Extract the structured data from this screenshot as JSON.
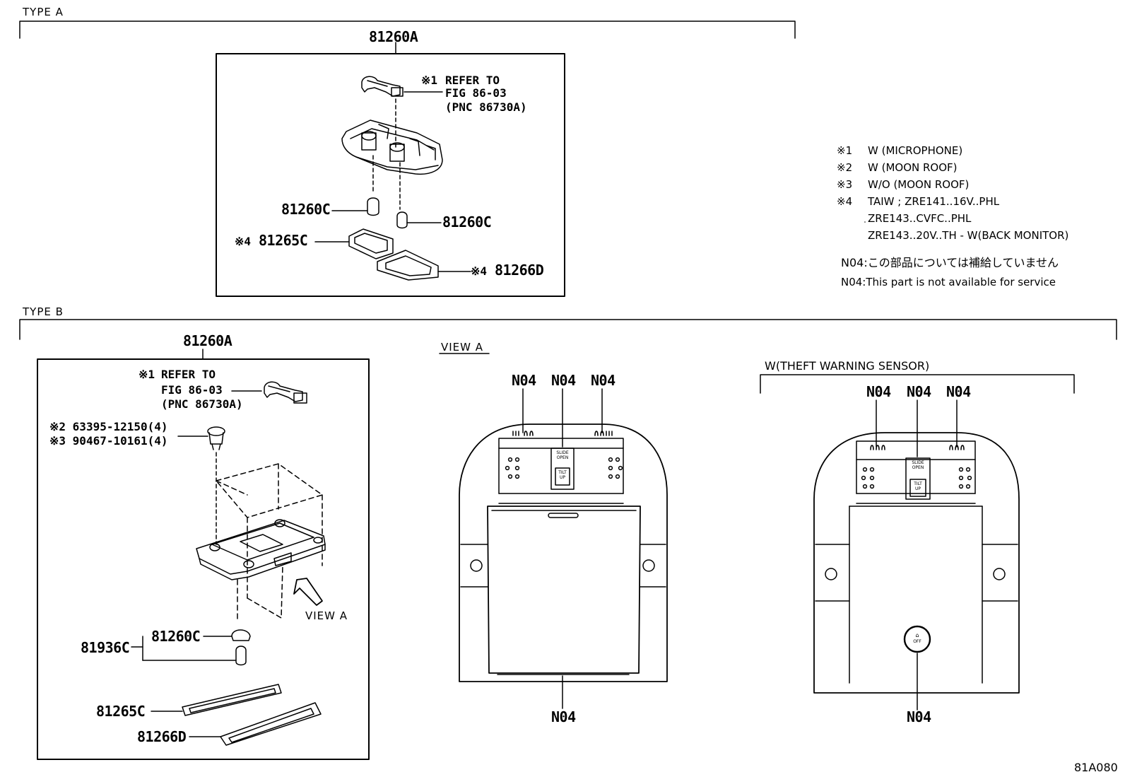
{
  "sections": {
    "type_a": "TYPE A",
    "type_b": "TYPE B"
  },
  "type_a": {
    "assembly": "81260A",
    "refer_mark": "※1",
    "refer_lines": [
      "REFER TO",
      "FIG 86-03",
      "(PNC 86730A)"
    ],
    "bulb_left": "81260C",
    "bulb_right": "81260C",
    "lens_mark": "※4",
    "lens": "81265C",
    "bezel_mark": "※4",
    "bezel": "81266D"
  },
  "type_b": {
    "assembly": "81260A",
    "refer_mark": "※1",
    "refer_lines": [
      "REFER TO",
      "FIG 86-03",
      "(PNC 86730A)"
    ],
    "clip_1": "※2 63395-12150(4)",
    "clip_2": "※3 90467-10161(4)",
    "view_arrow_label": "VIEW A",
    "bulb_socket": "81260C",
    "bulb_group": "81936C",
    "lens": "81265C",
    "bezel": "81266D"
  },
  "view_a": {
    "title": "VIEW A",
    "top_labels": [
      "N04",
      "N04",
      "N04"
    ],
    "bottom_label": "N04",
    "switch_top": [
      "SLIDE",
      "OPEN"
    ],
    "switch_bottom": [
      "TILT",
      "UP"
    ]
  },
  "theft": {
    "title": "W(THEFT WARNING SENSOR)",
    "top_labels": [
      "N04",
      "N04",
      "N04"
    ],
    "bottom_label": "N04",
    "switch_top": [
      "SLIDE",
      "OPEN"
    ],
    "switch_bottom": [
      "TILT",
      "UP"
    ],
    "sensor_button": [
      "⌂",
      "OFF"
    ]
  },
  "legend": [
    {
      "mark": "※1",
      "text": "W (MICROPHONE)"
    },
    {
      "mark": "※2",
      "text": "W (MOON ROOF)"
    },
    {
      "mark": "※3",
      "text": "W/O (MOON ROOF)"
    },
    {
      "mark": "※4",
      "text": "TAIW ; ZRE141..16V..PHL"
    },
    {
      "mark": "",
      "text": "ZRE143..CVFC..PHL"
    },
    {
      "mark": "",
      "text": "ZRE143..20V..TH - W(BACK MONITOR)"
    }
  ],
  "footnotes": [
    "N04:この部品については補給していません",
    "N04:This part is not available for service"
  ],
  "figure_code": "81A080"
}
